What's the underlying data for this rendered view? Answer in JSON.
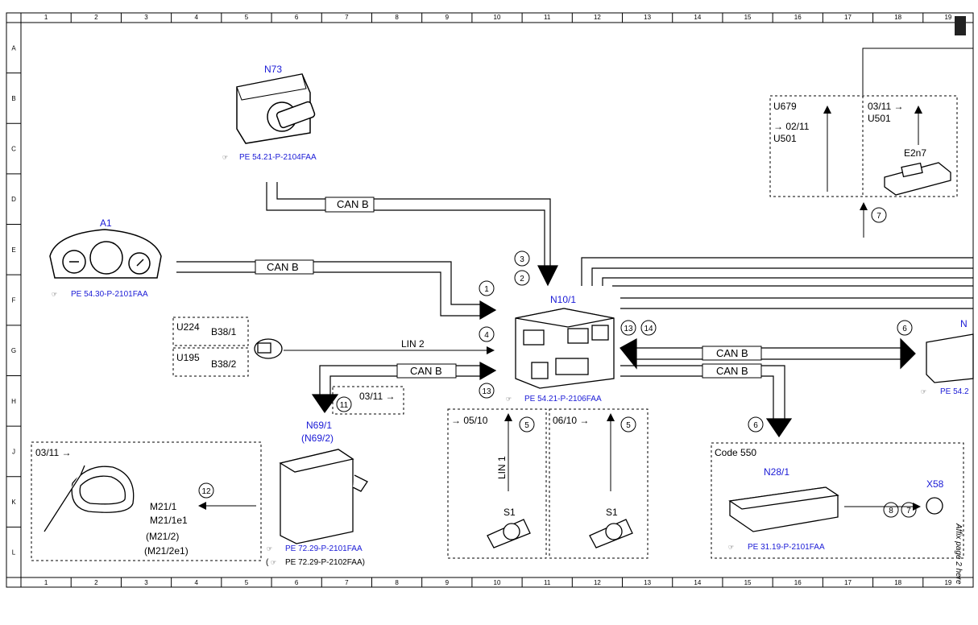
{
  "frame": {
    "columns": [
      "1",
      "2",
      "3",
      "4",
      "5",
      "6",
      "7",
      "8",
      "9",
      "10",
      "11",
      "12",
      "13",
      "14",
      "15",
      "16",
      "17",
      "18",
      "19"
    ],
    "rows": [
      "A",
      "B",
      "C",
      "D",
      "E",
      "F",
      "G",
      "H",
      "J",
      "K",
      "L"
    ]
  },
  "affix_text": "Affix page 2 here",
  "components": {
    "n73": {
      "label": "N73",
      "ref": "PE 54.21-P-2104FAA"
    },
    "a1": {
      "label": "A1",
      "ref": "PE 54.30-P-2101FAA"
    },
    "n10_1": {
      "label": "N10/1",
      "ref": "PE 54.21-P-2106FAA"
    },
    "n69_1": {
      "label": "N69/1",
      "label2": "(N69/2)",
      "ref1": "PE 72.29-P-2101FAA",
      "ref2": "(",
      "ref2b": "PE 72.29-P-2102FAA)"
    },
    "n28_1": {
      "label": "N28/1",
      "ref": "PE 31.19-P-2101FAA"
    },
    "x58": {
      "label": "X58"
    },
    "right_module": {
      "label": "N",
      "ref": "PE 54.2"
    },
    "e2n7": {
      "label": "E2n7"
    },
    "s1a": {
      "label": "S1"
    },
    "s1b": {
      "label": "S1"
    },
    "b38": {
      "u224": "U224",
      "b38_1": "B38/1",
      "u195": "U195",
      "b38_2": "B38/2"
    }
  },
  "buses": {
    "can_b": "CAN B",
    "lin_2": "LIN 2",
    "lin_1": "LIN 1"
  },
  "boxes": {
    "u_box": {
      "u679": "U679",
      "arrow_date": "→ 02/11",
      "u501": "U501",
      "date2": "03/11 →",
      "u501b": "U501"
    },
    "date_0311": "03/11 →",
    "mirror_date": "03/11 →",
    "mirror_labels": [
      "M21/1",
      "M21/1e1",
      "(M21/2)",
      "(M21/2e1)"
    ],
    "s1_box_a": "→ 05/10",
    "s1_box_b": "06/10  →",
    "code_550": "Code 550"
  },
  "circles": {
    "c1": "1",
    "c2": "2",
    "c3": "3",
    "c4": "4",
    "c5a": "5",
    "c5b": "5",
    "c6a": "6",
    "c6b": "6",
    "c7a": "7",
    "c7b": "7",
    "c8": "8",
    "c11": "11",
    "c12": "12",
    "c13a": "13",
    "c13b": "13",
    "c14": "14"
  }
}
